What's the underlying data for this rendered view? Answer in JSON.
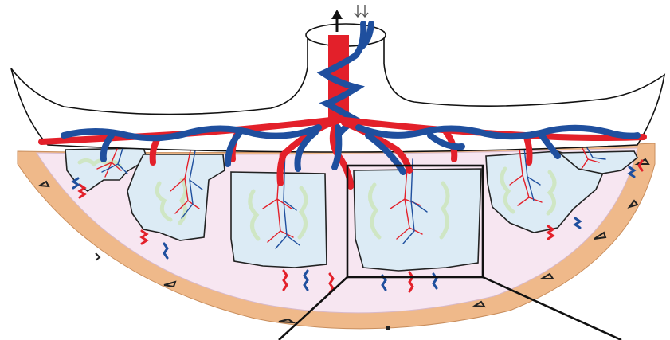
{
  "diagram": {
    "kind": "placenta-cross-section",
    "colors": {
      "artery": "#e3202a",
      "vein": "#1f4f9e",
      "villous_tree": "#dcebf5",
      "villous_outline": "#222222",
      "villus_fringe": "#cfe6c4",
      "intervillous_space": "#f7e6f1",
      "decidua": "#efb98a",
      "chorionic_plate": "#ffffff",
      "outline": "#111111"
    },
    "icons": [
      "up-arrow-icon",
      "down-arrow-icon"
    ],
    "components": [
      "umbilical-cord",
      "chorionic-plate",
      "chorionic-vessels",
      "villous-cotyledons",
      "intervillous-space",
      "spiral-arteries",
      "decidua-basalis",
      "zoom-box",
      "zoom-lines"
    ]
  }
}
